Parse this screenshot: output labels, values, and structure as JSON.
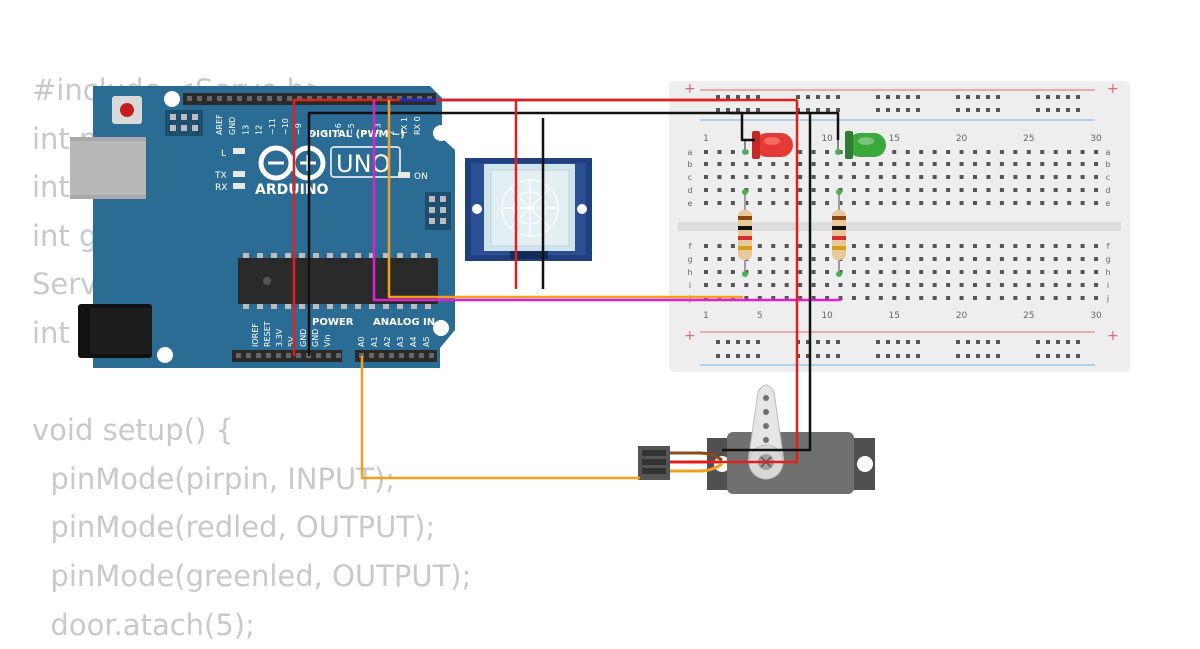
{
  "code_lines": [
    "#include <Servo.h>",
    "int pirpin",
    "int redled",
    "int greenled",
    "Servo door;",
    "int val",
    "",
    "void setup() {",
    "  pinMode(pirpin, INPUT);",
    "  pinMode(redled, OUTPUT);",
    "  pinMode(greenled, OUTPUT);",
    "  door.atach(5);"
  ],
  "arduino": {
    "brand": "ARDUINO",
    "model": "UNO",
    "digital_header": "DIGITAL (PWM ~)",
    "power_header": "POWER",
    "analog_header": "ANALOG IN",
    "led_labels": [
      "L",
      "TX",
      "RX"
    ],
    "on_label": "ON",
    "top_pins": [
      "AREF",
      "GND",
      "13",
      "12",
      "~11",
      "~10",
      "~9",
      "8",
      "7",
      "~6",
      "~5",
      "4",
      "~3",
      "2",
      "TX 1",
      "RX 0"
    ],
    "power_pins": [
      "IOREF",
      "RESET",
      "3.3V",
      "5V",
      "GND",
      "GND",
      "Vin"
    ],
    "analog_pins": [
      "A0",
      "A1",
      "A2",
      "A3",
      "A4",
      "A5"
    ],
    "colors": {
      "board": "#2b6c95",
      "chip": "#2a2a2a",
      "usb": "#a9a9a9",
      "jack": "#111111"
    }
  },
  "breadboard": {
    "col_numbers": [
      "1",
      "5",
      "10",
      "15",
      "20",
      "25",
      "30"
    ],
    "row_letters_top": [
      "a",
      "b",
      "c",
      "d",
      "e"
    ],
    "row_letters_bottom": [
      "f",
      "g",
      "h",
      "i",
      "j"
    ],
    "rail_plus": "+",
    "rail_minus": "−",
    "colors": {
      "body": "#eeeeee",
      "hole": "#555555",
      "rail_red": "#e36a6a",
      "rail_blue": "#6ab4e3"
    }
  },
  "components": {
    "led_colors": [
      "#e53935",
      "#3aa83a"
    ],
    "resistor_band_colors": [
      "#8b4513",
      "#111111",
      "#d32f2f",
      "#d4a017"
    ],
    "pir_color": "#1f3f7f",
    "servo_color": "#707070"
  },
  "wire_colors": {
    "red": "#e0201c",
    "black": "#111111",
    "blue": "#1a2bd6",
    "magenta": "#e020d0",
    "orange": "#f0a020",
    "servo_brown": "#8b4a1a"
  }
}
